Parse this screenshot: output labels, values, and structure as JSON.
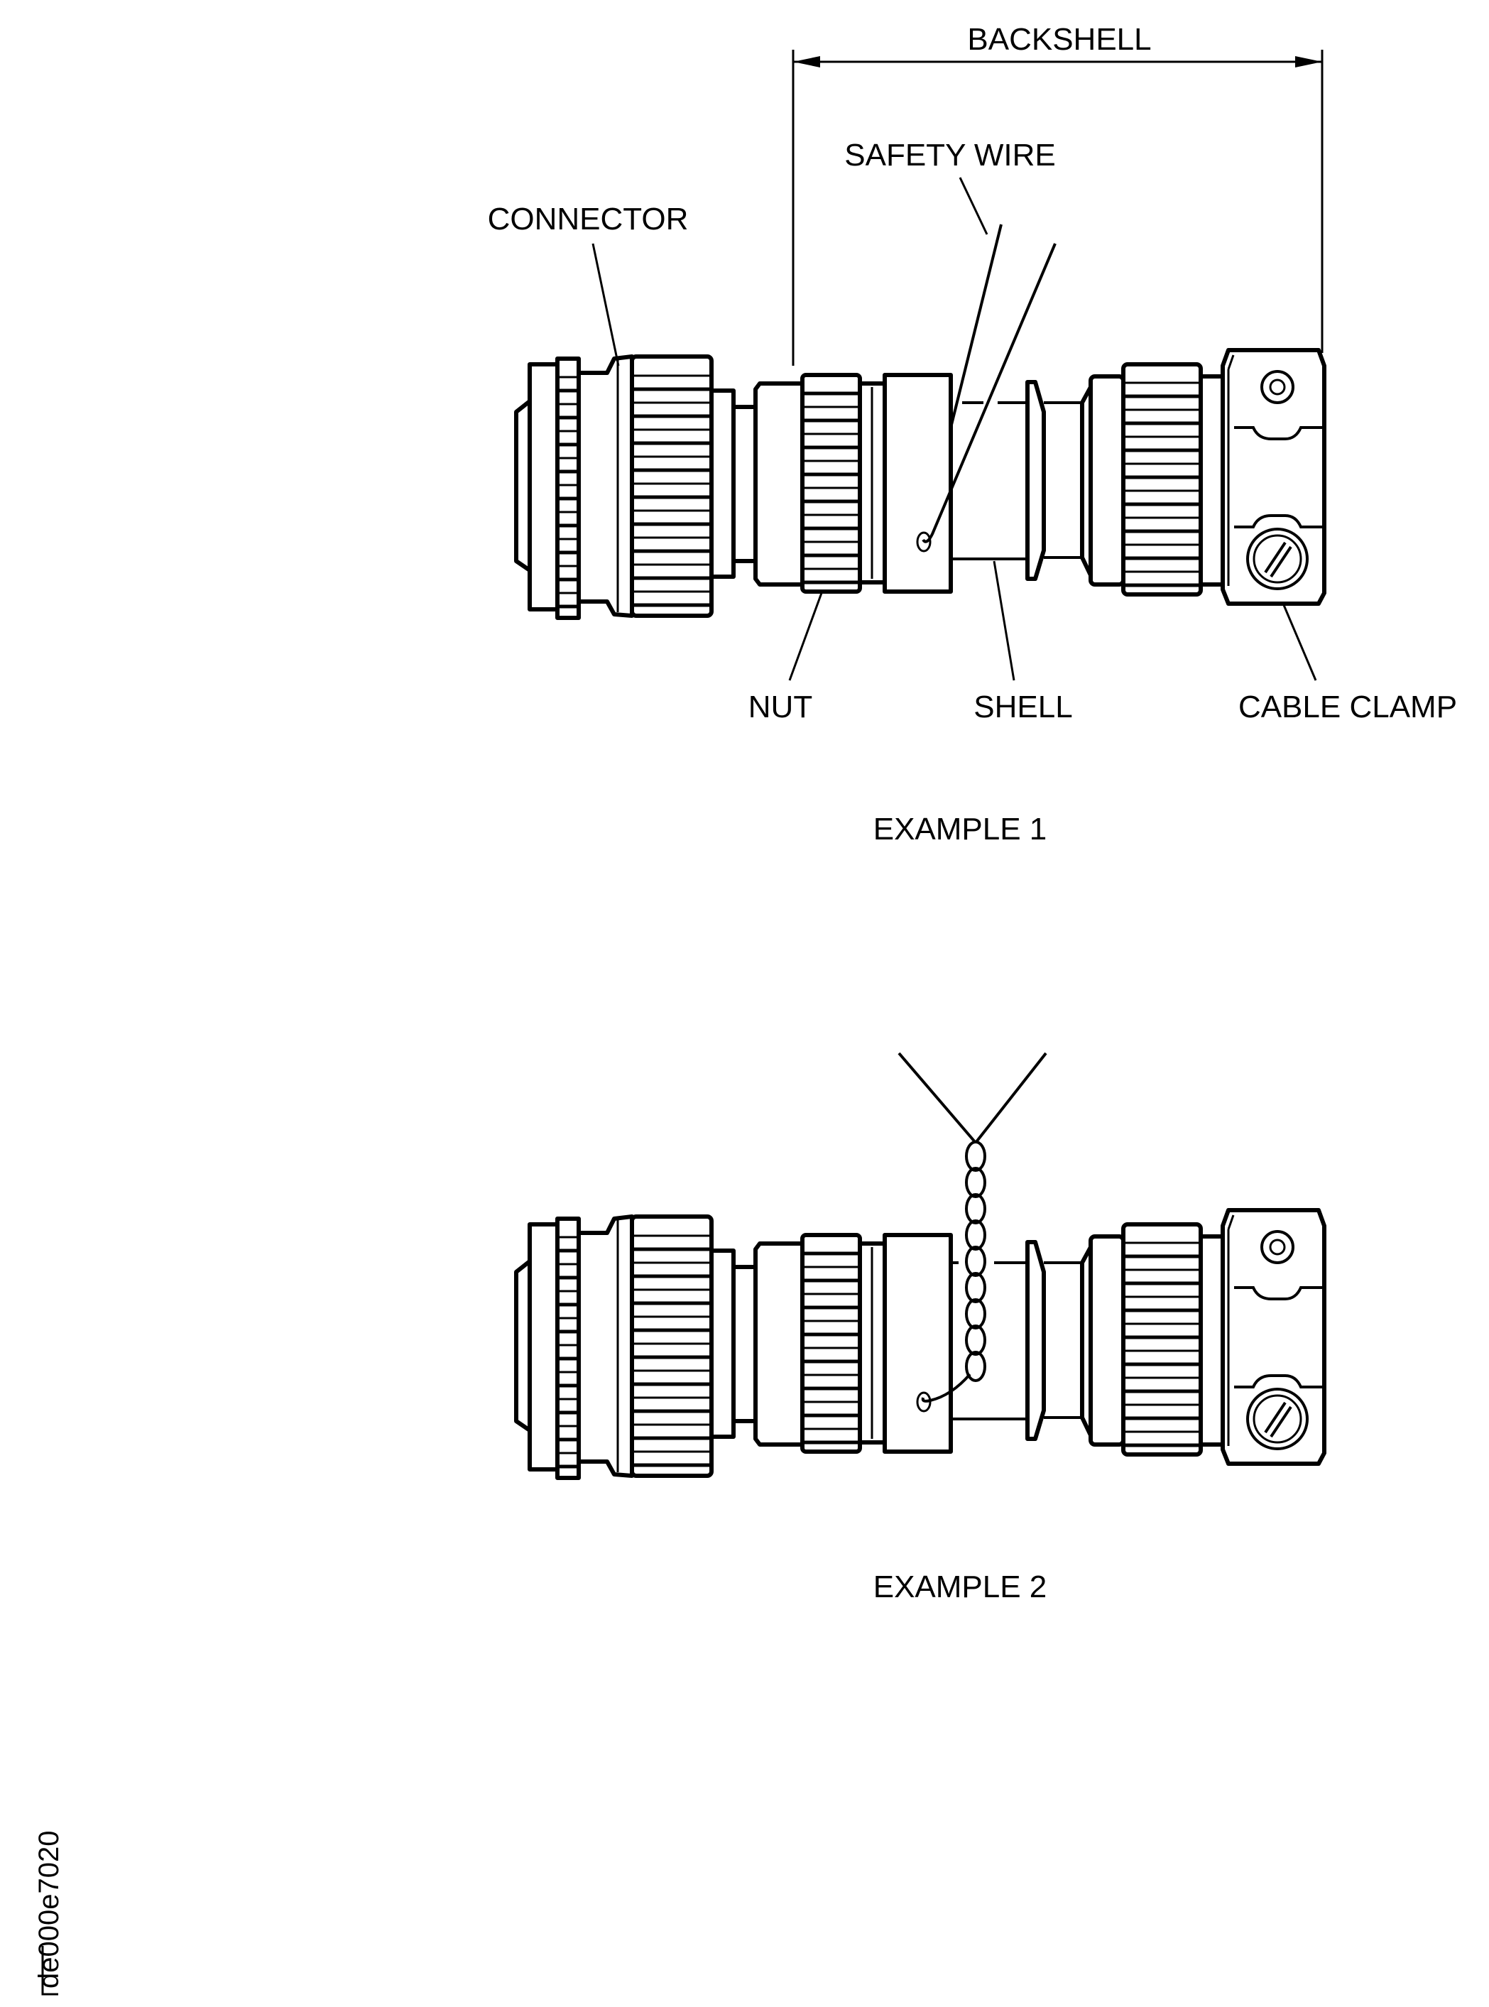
{
  "labels": {
    "backshell": "BACKSHELL",
    "safety_wire": "SAFETY WIRE",
    "connector": "CONNECTOR",
    "nut": "NUT",
    "shell": "SHELL",
    "cable_clamp": "CABLE CLAMP"
  },
  "examples": {
    "example1": "EXAMPLE 1",
    "example2": "EXAMPLE 2"
  },
  "figure_code": "de000e7020"
}
